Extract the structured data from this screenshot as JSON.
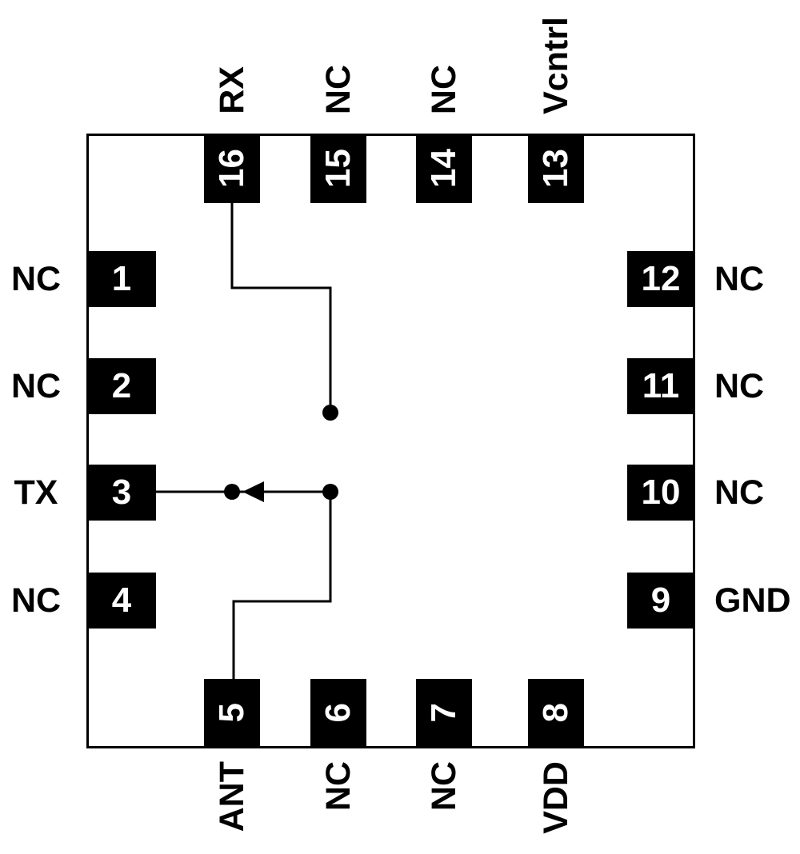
{
  "pins": {
    "top": [
      {
        "number": "16",
        "label": "RX"
      },
      {
        "number": "15",
        "label": "NC"
      },
      {
        "number": "14",
        "label": "NC"
      },
      {
        "number": "13",
        "label": "Vcntrl"
      }
    ],
    "left": [
      {
        "number": "1",
        "label": "NC"
      },
      {
        "number": "2",
        "label": "NC"
      },
      {
        "number": "3",
        "label": "TX"
      },
      {
        "number": "4",
        "label": "NC"
      }
    ],
    "right": [
      {
        "number": "12",
        "label": "NC"
      },
      {
        "number": "11",
        "label": "NC"
      },
      {
        "number": "10",
        "label": "NC"
      },
      {
        "number": "9",
        "label": "GND"
      }
    ],
    "bottom": [
      {
        "number": "5",
        "label": "ANT"
      },
      {
        "number": "6",
        "label": "NC"
      },
      {
        "number": "7",
        "label": "NC"
      },
      {
        "number": "8",
        "label": "VDD"
      }
    ]
  },
  "colors": {
    "background": "#ffffff",
    "pad_fill": "#000000",
    "pad_text": "#ffffff",
    "label_text": "#000000",
    "line_color": "#000000"
  }
}
